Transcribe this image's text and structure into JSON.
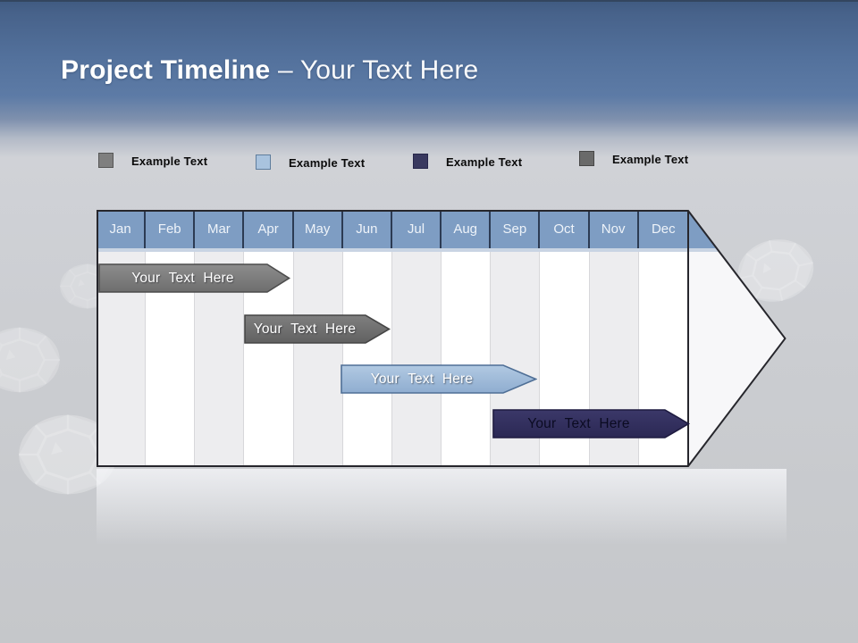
{
  "slide": {
    "title_bold": "Project Timeline",
    "title_regular": "– Your Text Here"
  },
  "legend": {
    "items": [
      {
        "label": "Example Text",
        "color": "#7f7f7f",
        "border": "#565656"
      },
      {
        "label": "Example Text",
        "color": "#a9c3de",
        "border": "#5f7d9c"
      },
      {
        "label": "Example Text",
        "color": "#39395f",
        "border": "#26264a"
      },
      {
        "label": "Example Text",
        "color": "#6a6a6a",
        "border": "#474747"
      }
    ]
  },
  "timeline": {
    "months": [
      "Jan",
      "Feb",
      "Mar",
      "Apr",
      "May",
      "Jun",
      "Jul",
      "Aug",
      "Sep",
      "Oct",
      "Nov",
      "Dec"
    ],
    "header_color": "#7e9dc3",
    "bars": [
      {
        "label": "Your Text Here",
        "start_month": "Jan",
        "end_month": "Mar",
        "color_top": "#8d8d8d",
        "color_bottom": "#6e6e6e",
        "border": "#4c4c4c",
        "text_color": "#ffffff"
      },
      {
        "label": "Your Text Here",
        "start_month": "Apr",
        "end_month": "Jun",
        "color_top": "#7f7f7f",
        "color_bottom": "#616161",
        "border": "#454545",
        "text_color": "#ffffff"
      },
      {
        "label": "Your Text Here",
        "start_month": "Jun",
        "end_month": "Sep",
        "color_top": "#b1c9e2",
        "color_bottom": "#8fadd0",
        "border": "#4f6f96",
        "text_color": "#ffffff"
      },
      {
        "label": "Your Text Here",
        "start_month": "Sep",
        "end_month": "Dec",
        "color_top": "#3b3869",
        "color_bottom": "#2b2854",
        "border": "#1e1b40",
        "text_color": "#0b0b22"
      }
    ]
  }
}
